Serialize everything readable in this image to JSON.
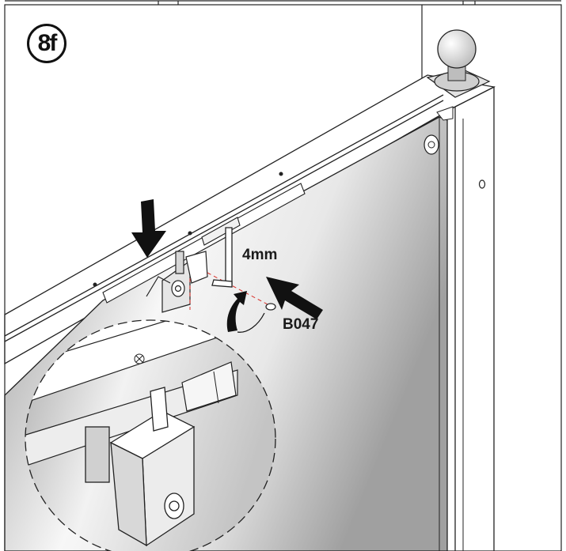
{
  "step": {
    "label": "8f"
  },
  "annotations": {
    "tool_size": "4mm",
    "part_code": "B047"
  },
  "colors": {
    "outline": "#111111",
    "glass_light": "#f4f4f4",
    "glass_dark": "#8a8a8a",
    "guide_line": "#d9302a",
    "arrow": "#111111"
  },
  "icons": [
    "down-arrow-icon",
    "push-arrow-icon",
    "rotate-arrow-icon",
    "hex-key-icon",
    "screw-icon"
  ]
}
